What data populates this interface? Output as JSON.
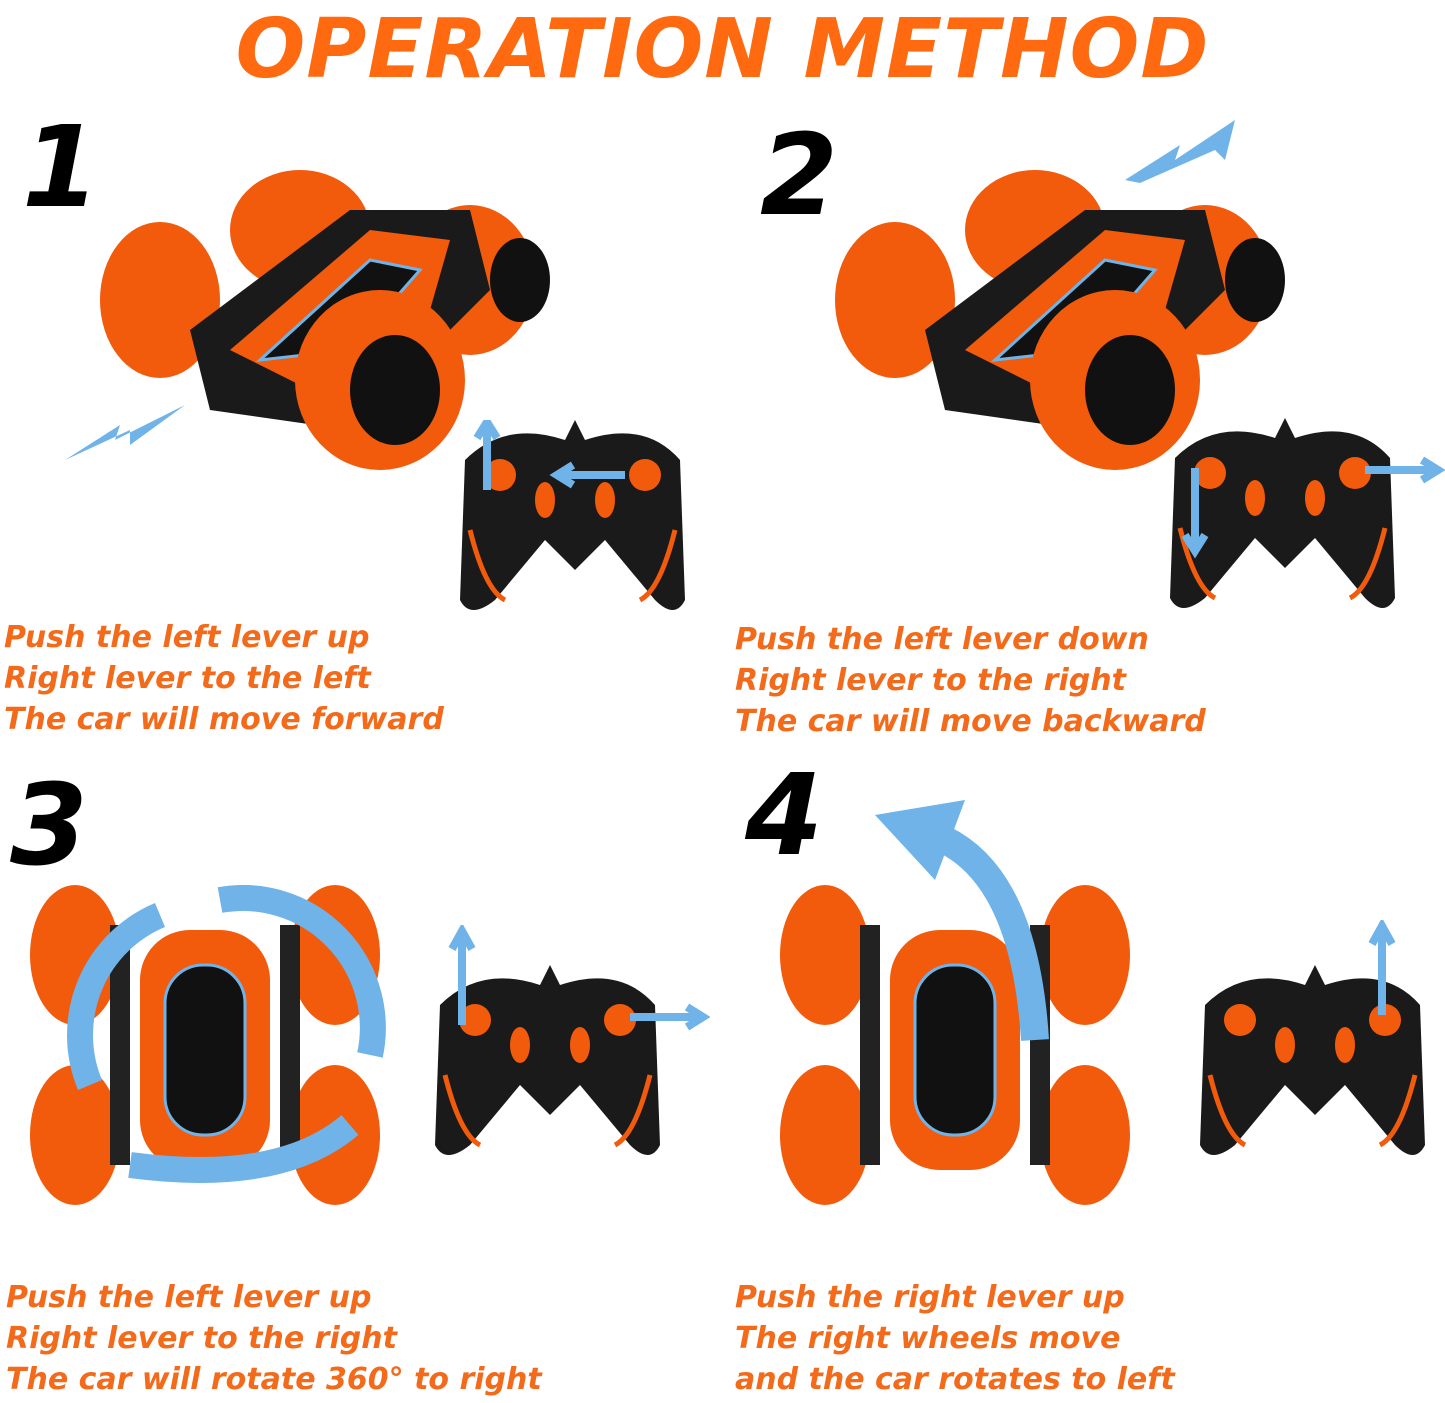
{
  "title": "OPERATION METHOD",
  "colors": {
    "accent": "#ff6a10",
    "car_orange": "#f25a0c",
    "arrow_blue": "#6fb3e8",
    "dark": "#1a1a1a"
  },
  "steps": [
    {
      "number": "1",
      "lines": [
        "Push the left lever up",
        "Right lever to the left",
        "The car will move forward"
      ]
    },
    {
      "number": "2",
      "lines": [
        "Push the left lever down",
        "Right lever to the right",
        "The car will move backward"
      ]
    },
    {
      "number": "3",
      "lines": [
        "Push the left lever up",
        "Right lever to the right",
        "The car will rotate 360° to right"
      ]
    },
    {
      "number": "4",
      "lines": [
        "Push the right lever up",
        "The right wheels move",
        "and the car rotates to left"
      ]
    }
  ]
}
